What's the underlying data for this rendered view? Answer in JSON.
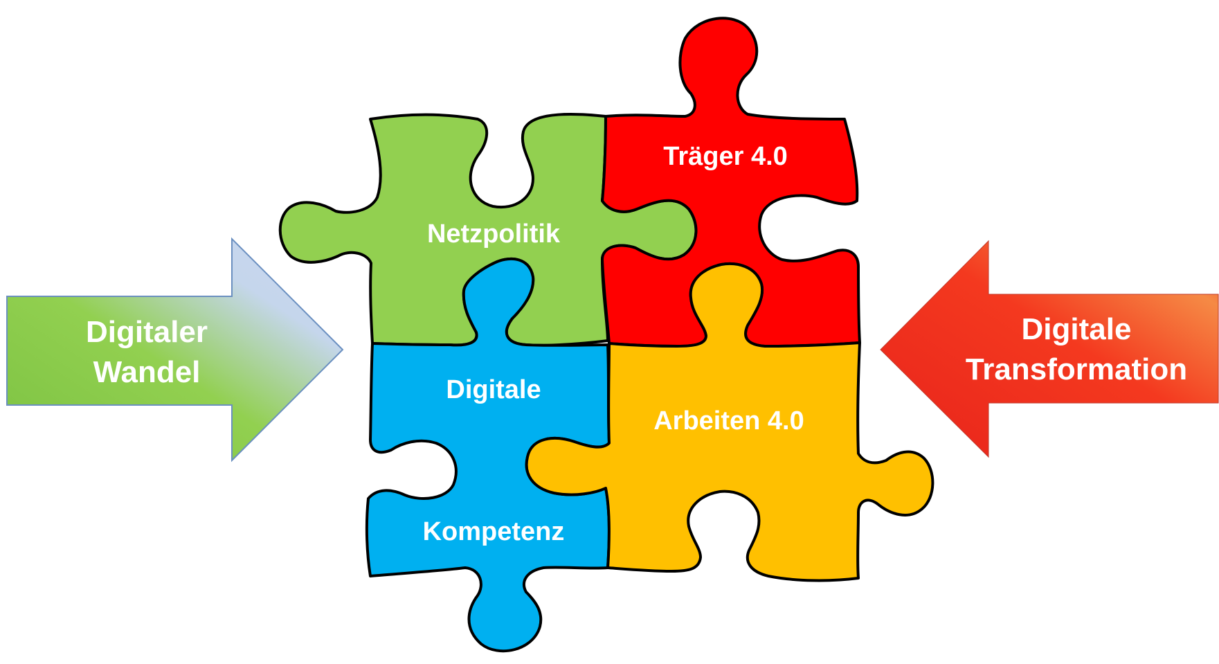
{
  "arrows": {
    "left": {
      "line1": "Digitaler",
      "line2": "Wandel"
    },
    "right": {
      "line1": "Digitale",
      "line2": "Transformation"
    }
  },
  "pieces": {
    "green": {
      "label": "Netzpolitik",
      "color": "#92d050"
    },
    "red": {
      "label": "Träger 4.0",
      "color": "#ff0000"
    },
    "blue": {
      "line1": "Digitale",
      "line2": "Kompetenz",
      "color": "#00b0f0"
    },
    "yellow": {
      "label": "Arbeiten 4.0",
      "color": "#ffc000"
    }
  }
}
